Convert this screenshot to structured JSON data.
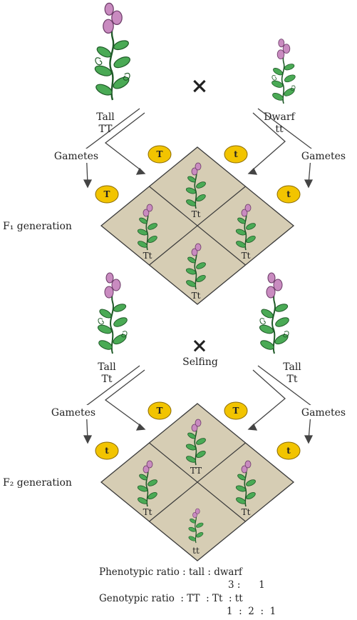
{
  "cross1": {
    "symbol": "×",
    "parent_left": {
      "line1": "Tall",
      "line2": "TT"
    },
    "parent_right": {
      "line1": "Dwarf",
      "line2": "tt"
    },
    "gametes_left": "Gametes",
    "gametes_right": "Gametes",
    "gamete_top_left": "T",
    "gamete_top_right": "t",
    "gamete_side_left": "T",
    "gamete_side_right": "t",
    "generation_label": "F₁ generation",
    "cells": {
      "top": "Tt",
      "left": "Tt",
      "right": "Tt",
      "bottom": "Tt"
    }
  },
  "cross2": {
    "symbol": "×",
    "selfing": "Selfing",
    "parent_left": {
      "line1": "Tall",
      "line2": "Tt"
    },
    "parent_right": {
      "line1": "Tall",
      "line2": "Tt"
    },
    "gametes_left": "Gametes",
    "gametes_right": "Gametes",
    "gamete_top_left": "T",
    "gamete_top_right": "T",
    "gamete_side_left": "t",
    "gamete_side_right": "t",
    "generation_label": "F₂ generation",
    "cells": {
      "top": "TT",
      "left": "Tt",
      "right": "Tt",
      "bottom": "tt"
    }
  },
  "ratios": {
    "phenotypic_line": "Phenotypic ratio : tall : dwarf",
    "phenotypic_values": "3 :      1",
    "genotypic_line": "Genotypic ratio  : TT  : Tt  : tt",
    "genotypic_values": "1  :  2  :  1"
  },
  "colors": {
    "grid_fill": "#d6cdb4",
    "grid_stroke": "#3a3a3a",
    "gamete_fill": "#f2c400",
    "gamete_stroke": "#8a6a00",
    "leaf": "#4aaa55",
    "leaf_dark": "#1f5a28",
    "flower": "#c98bc0",
    "flower_dark": "#6a3a66"
  }
}
